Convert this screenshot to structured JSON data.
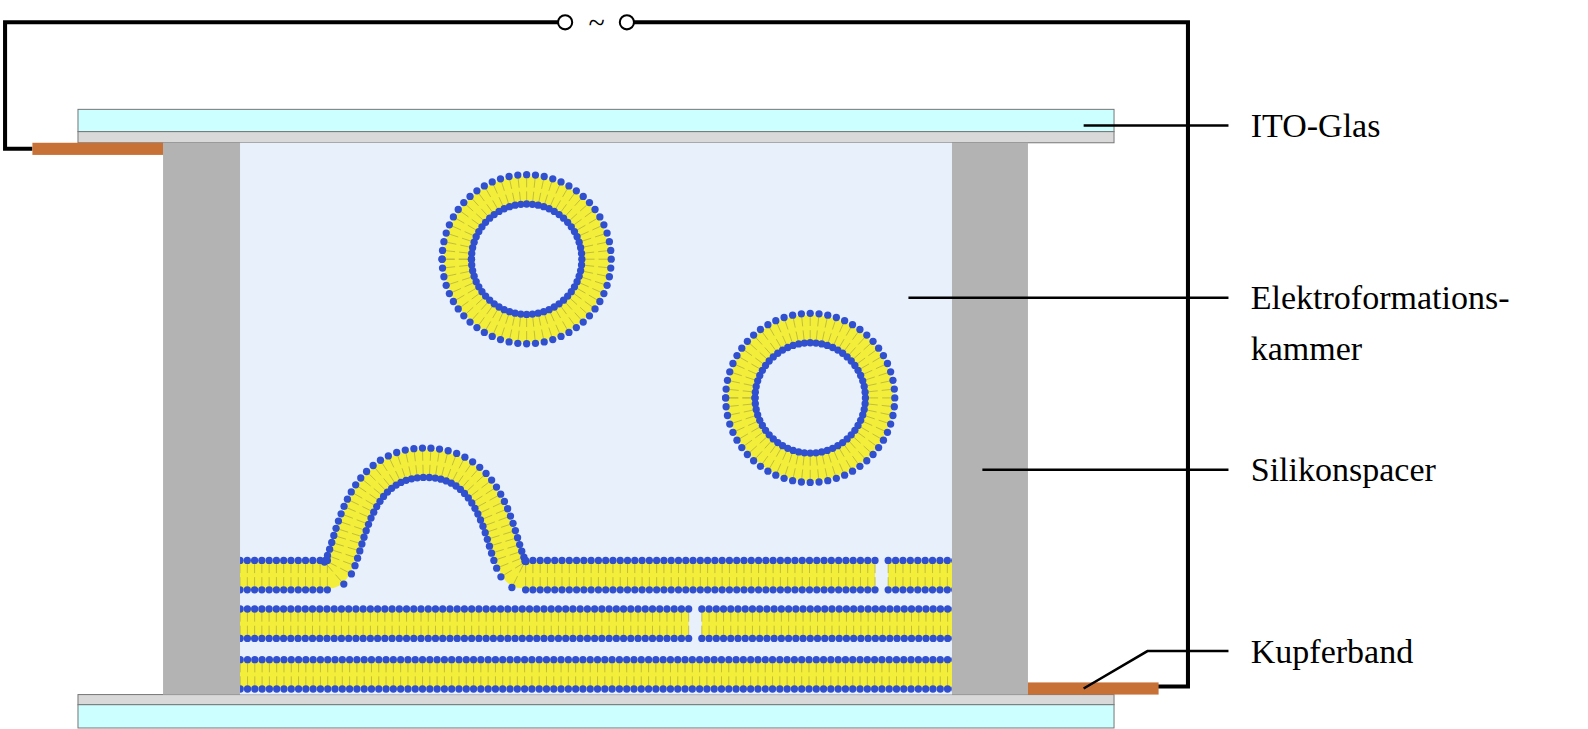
{
  "diagram": {
    "labels": [
      "~",
      "ITO-Glas",
      "Elektroformations- kammer",
      "Silikonspacer",
      "Kupferband"
    ]
  }
}
